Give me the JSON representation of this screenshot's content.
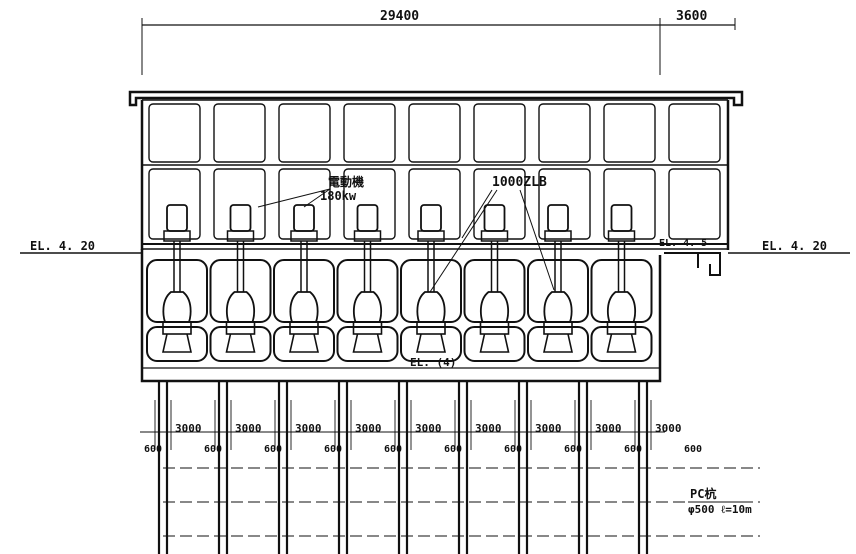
{
  "dimensions": {
    "total_width": "29400",
    "side_width": "3600",
    "pile_spacings": [
      "3000",
      "3000",
      "3000",
      "3000",
      "3000",
      "3000",
      "3000",
      "3000",
      "3000"
    ],
    "edge_labels": [
      "600",
      "600",
      "600",
      "600",
      "600",
      "600",
      "600",
      "600",
      "600",
      "600"
    ]
  },
  "elevations": {
    "left": "EL. 4. 20",
    "right_inner": "EL. 4. 5",
    "right_outer": "EL. 4. 20",
    "pump_floor": "EL. (4)"
  },
  "labels": {
    "motor_title": "電動機",
    "motor_power": "180kw",
    "pump_model": "1000ZLB",
    "pile_title": "PC杭",
    "pile_spec": "φ500  ℓ=10m"
  },
  "pump_count": 8,
  "pile_count": 9
}
